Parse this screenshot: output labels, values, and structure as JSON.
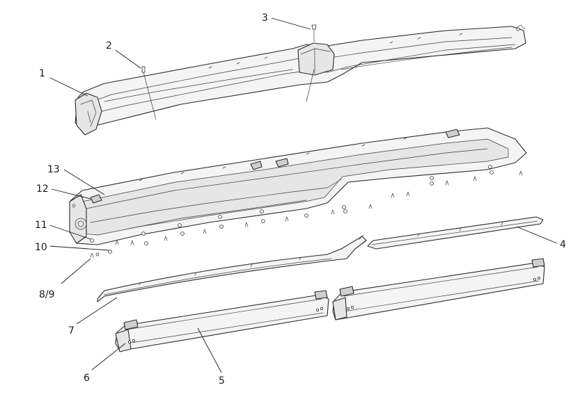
{
  "callouts": [
    {
      "id": "1",
      "label": "1"
    },
    {
      "id": "2",
      "label": "2"
    },
    {
      "id": "3",
      "label": "3"
    },
    {
      "id": "4",
      "label": "4"
    },
    {
      "id": "5",
      "label": "5"
    },
    {
      "id": "6",
      "label": "6"
    },
    {
      "id": "7",
      "label": "7"
    },
    {
      "id": "8-9",
      "label": "8/9"
    },
    {
      "id": "10",
      "label": "10"
    },
    {
      "id": "11",
      "label": "11"
    },
    {
      "id": "12",
      "label": "12"
    },
    {
      "id": "13",
      "label": "13"
    }
  ],
  "colors": {
    "line": "#2a2a2a",
    "background": "#ffffff"
  }
}
